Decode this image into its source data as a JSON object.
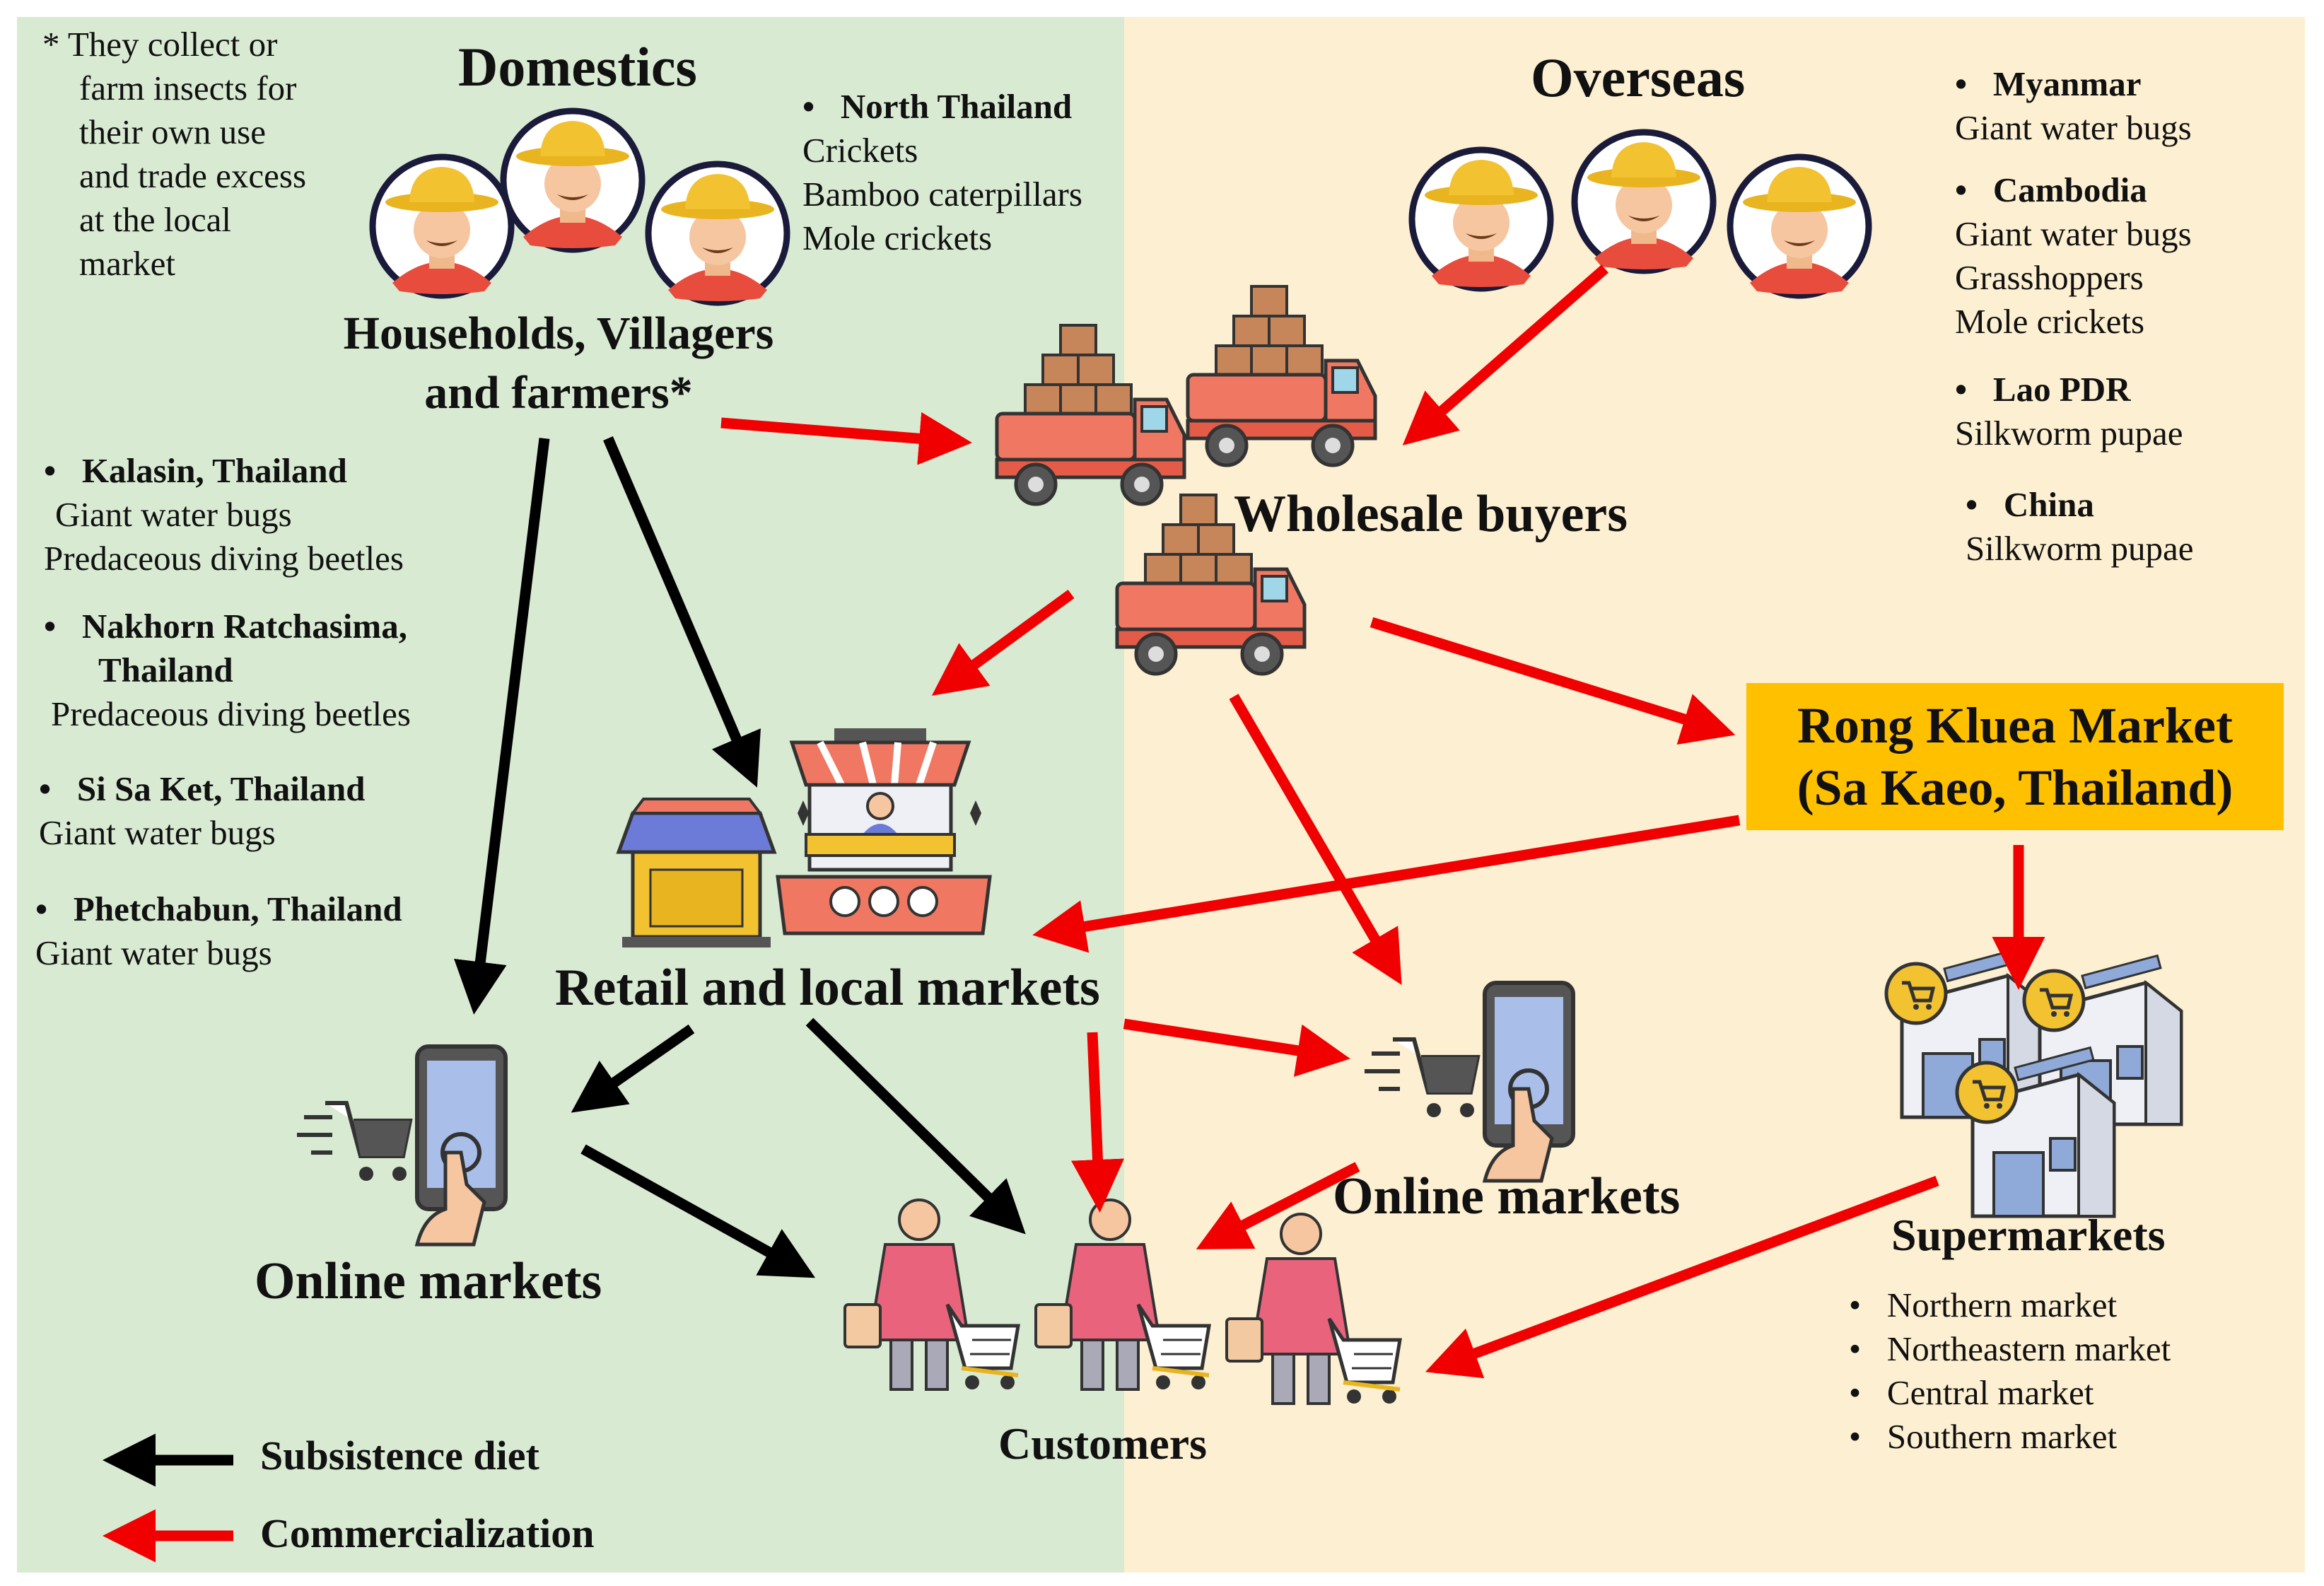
{
  "colors": {
    "domestic_bg": "#D9EAD3",
    "overseas_bg": "#FDEFD1",
    "subsistence_arrow": "#000000",
    "commercial_arrow": "#F00000",
    "rong_kluea_box": "#FFC000",
    "farmer_hat": "#F2C230",
    "customer_body": "#E8637B",
    "truck_body": "#F07862",
    "box_color": "#C7865A",
    "phone_screen": "#A9BFEA"
  },
  "icons": [
    "farmer-icon",
    "truck-icon",
    "market-stall-icon",
    "online-shopping-icon",
    "supermarket-icon",
    "customer-icon"
  ],
  "domestics": {
    "title": "Domestics",
    "footnote": [
      "* They collect or",
      "farm insects for",
      "their own use",
      "and trade excess",
      "at the local",
      "market"
    ],
    "producers_label": [
      "Households, Villagers",
      "and farmers*"
    ],
    "north": {
      "name": "North Thailand",
      "items": [
        "Crickets",
        "Bamboo caterpillars",
        "Mole crickets"
      ]
    },
    "regions": [
      {
        "name": "Kalasin, Thailand",
        "items": [
          "Giant water bugs",
          "Predaceous diving beetles"
        ]
      },
      {
        "name": "Nakhorn Ratchasima,",
        "name2": "Thailand",
        "items": [
          "Predaceous diving beetles"
        ]
      },
      {
        "name": "Si Sa Ket, Thailand",
        "items": [
          "Giant water bugs"
        ]
      },
      {
        "name": "Phetchabun, Thailand",
        "items": [
          "Giant water bugs"
        ]
      }
    ]
  },
  "overseas": {
    "title": "Overseas",
    "countries": [
      {
        "name": "Myanmar",
        "items": [
          "Giant water bugs"
        ]
      },
      {
        "name": "Cambodia",
        "items": [
          "Giant water bugs",
          "Grasshoppers",
          "Mole crickets"
        ]
      },
      {
        "name": "Lao PDR",
        "items": [
          "Silkworm  pupae"
        ]
      },
      {
        "name": "China",
        "items": [
          "Silkworm  pupae"
        ]
      }
    ]
  },
  "nodes": {
    "wholesale": "Wholesale buyers",
    "rong_kluea": [
      "Rong Kluea Market",
      "(Sa Kaeo, Thailand)"
    ],
    "retail": "Retail and local markets",
    "online_left": "Online markets",
    "online_right": "Online markets",
    "supermarkets": "Supermarkets",
    "supermarket_list": [
      "Northern market",
      "Northeastern market",
      "Central market",
      "Southern market"
    ],
    "customers": "Customers"
  },
  "legend": {
    "subsistence": "Subsistence diet",
    "commercialization": "Commercialization"
  }
}
